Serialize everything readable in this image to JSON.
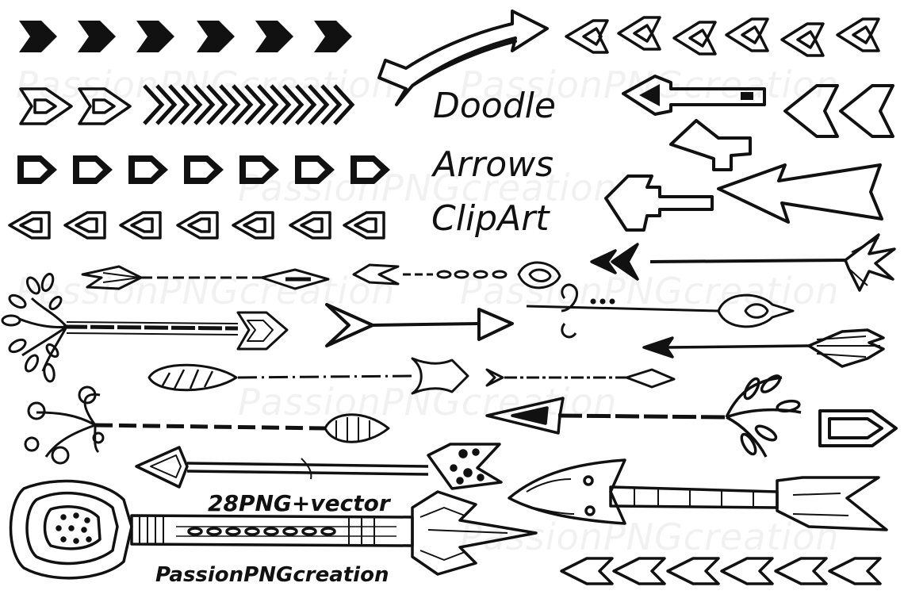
{
  "title": {
    "line1": "Doodle",
    "line2": "Arrows",
    "line3": "ClipArt"
  },
  "badge": "28PNG+vector",
  "brand": "PassionPNGcreation",
  "watermark": "PassionPNGcreation",
  "colors": {
    "ink": "#111111",
    "background": "#ffffff"
  }
}
